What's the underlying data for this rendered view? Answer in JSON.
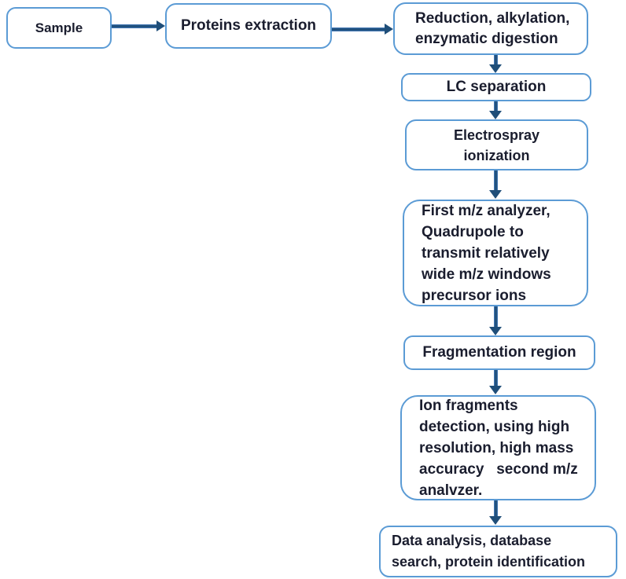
{
  "diagram": {
    "type": "flowchart",
    "description": "Mass spectrometry proteomics workflow",
    "colors": {
      "node_border": "#5b9bd5",
      "node_fill": "#ffffff",
      "arrow": "#1f4e79",
      "arrow_edge": "#4a82c4",
      "text": "#1a1d2e",
      "background": "#ffffff"
    },
    "nodes": [
      {
        "id": "sample",
        "label": "Sample"
      },
      {
        "id": "proteins-extraction",
        "label": "Proteins extraction"
      },
      {
        "id": "reduction-alkylation-digestion",
        "label": "Reduction, alkylation,\nenzymatic digestion"
      },
      {
        "id": "lc-separation",
        "label": "LC separation"
      },
      {
        "id": "electrospray-ionization",
        "label": "Electrospray\nionization"
      },
      {
        "id": "first-mz-analyzer",
        "label": "First m/z analyzer,\nQuadrupole to\ntransmit relatively\nwide m/z windows\nprecursor ions"
      },
      {
        "id": "fragmentation-region",
        "label": "Fragmentation region"
      },
      {
        "id": "ion-fragments-detection",
        "label": "Ion fragments\ndetection, using high\nresolution, high mass\naccuracy   second m/z\nanalvzer."
      },
      {
        "id": "data-analysis",
        "label": "Data analysis, database\nsearch, protein identification"
      }
    ],
    "edges": [
      {
        "from": "sample",
        "to": "proteins-extraction",
        "direction": "right"
      },
      {
        "from": "proteins-extraction",
        "to": "reduction-alkylation-digestion",
        "direction": "right"
      },
      {
        "from": "reduction-alkylation-digestion",
        "to": "lc-separation",
        "direction": "down"
      },
      {
        "from": "lc-separation",
        "to": "electrospray-ionization",
        "direction": "down"
      },
      {
        "from": "electrospray-ionization",
        "to": "first-mz-analyzer",
        "direction": "down"
      },
      {
        "from": "first-mz-analyzer",
        "to": "fragmentation-region",
        "direction": "down"
      },
      {
        "from": "fragmentation-region",
        "to": "ion-fragments-detection",
        "direction": "down"
      },
      {
        "from": "ion-fragments-detection",
        "to": "data-analysis",
        "direction": "down"
      }
    ]
  }
}
